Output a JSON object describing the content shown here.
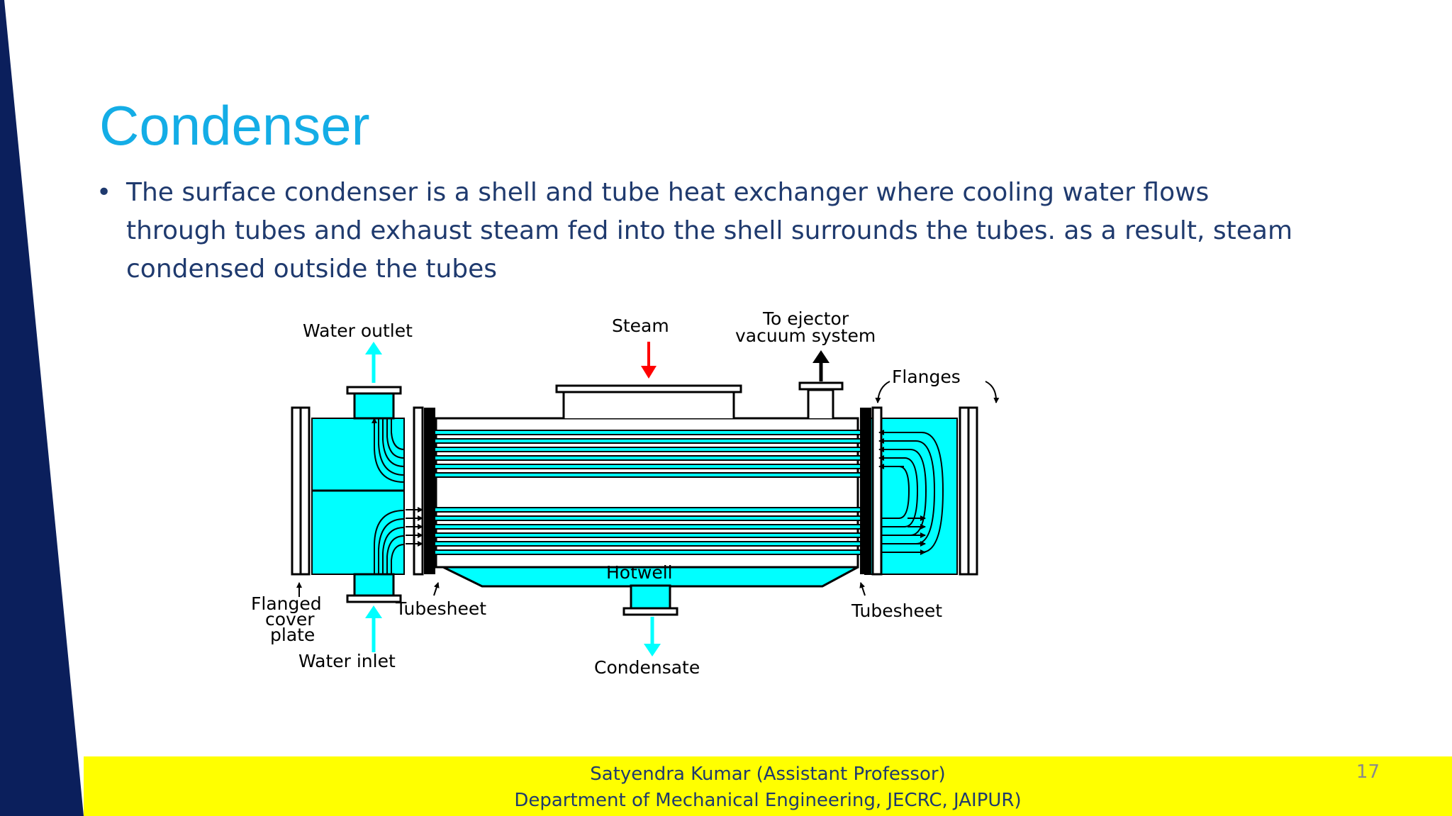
{
  "slide": {
    "title": "Condenser",
    "bullet": "The surface condenser is a shell and tube heat  exchanger where cooling water flows through tubes  and exhaust steam fed into the shell surrounds the  tubes. as a result, steam condensed outside the  tubes",
    "page_number": "17"
  },
  "diagram": {
    "labels": {
      "water_outlet": "Water outlet",
      "steam": "Steam",
      "ejector_line1": "To ejector",
      "ejector_line2": "vacuum system",
      "flanges": "Flanges",
      "hotwell": "Hotwell",
      "flanged_line1": "Flanged",
      "flanged_line2": "cover",
      "flanged_line3": "plate",
      "tubesheet_left": "Tubesheet",
      "tubesheet_right": "Tubesheet",
      "water_inlet": "Water inlet",
      "condensate": "Condensate"
    },
    "colors": {
      "water": "#00ffff",
      "steam_arrow": "#ff0000",
      "tube_line": "#000000",
      "steam_space": "#ffffff"
    }
  },
  "footer": {
    "line1": "Satyendra Kumar (Assistant Professor)",
    "line2": "Department of Mechanical Engineering, JECRC, JAIPUR)",
    "background": "#ffff00"
  },
  "theme": {
    "sidebar_color": "#0b1f5c",
    "title_color": "#14ade6",
    "text_color": "#1f3a6e"
  }
}
